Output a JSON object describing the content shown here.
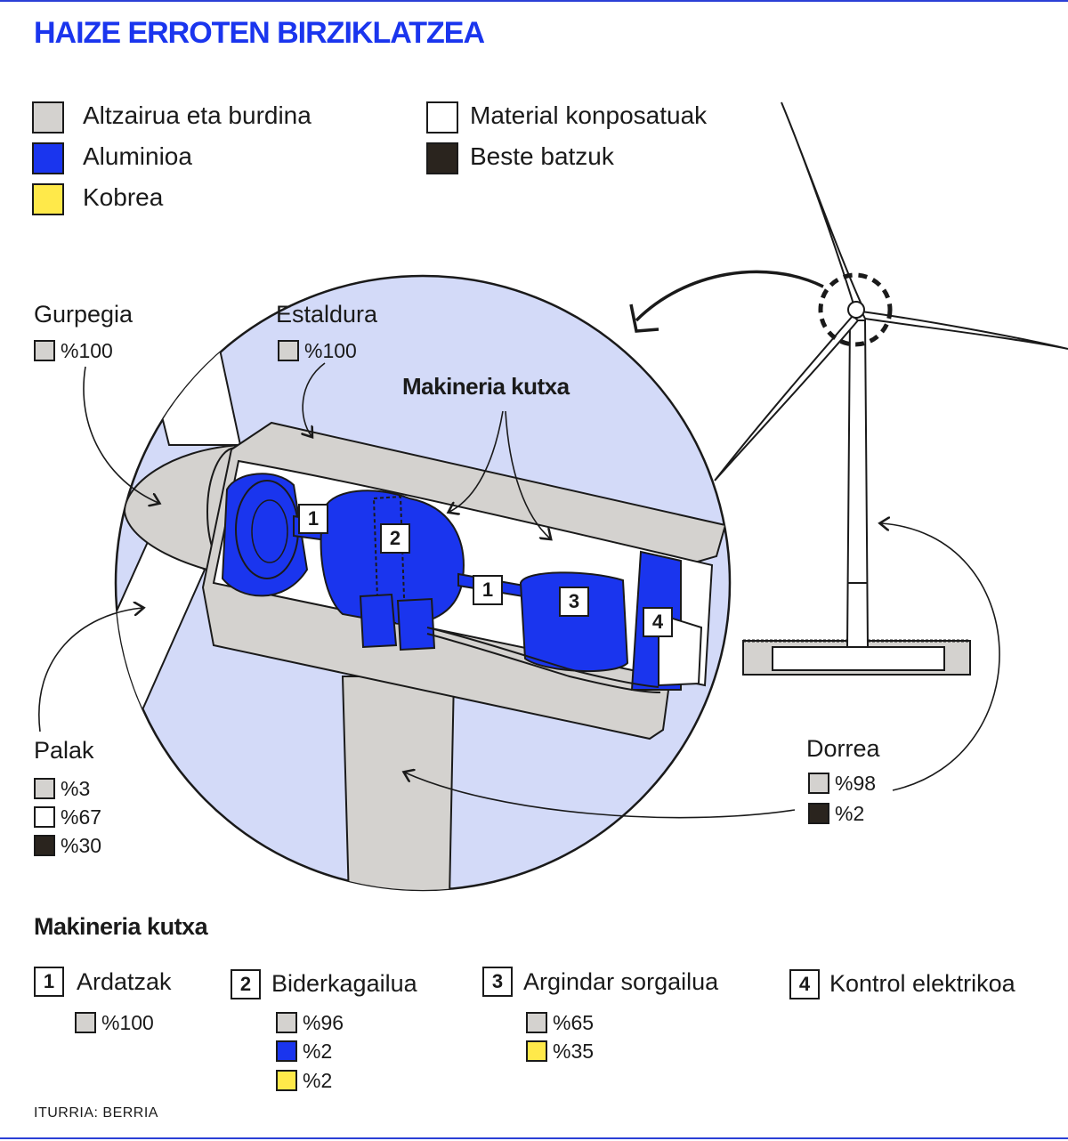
{
  "title": "HAIZE ERROTEN BIRZIKLATZEA",
  "colors": {
    "steel": "#d4d2cf",
    "aluminium": "#1a35ee",
    "copper": "#ffe94a",
    "composite": "#ffffff",
    "other": "#2a241e",
    "circle_bg": "#d3daf8",
    "title": "#1a35ee"
  },
  "legend": [
    {
      "label": "Altzairua eta burdina",
      "color": "#d4d2cf"
    },
    {
      "label": "Aluminioa",
      "color": "#1a35ee"
    },
    {
      "label": "Kobrea",
      "color": "#ffe94a"
    },
    {
      "label": "Material konposatuak",
      "color": "#ffffff"
    },
    {
      "label": "Beste batzuk",
      "color": "#2a241e"
    }
  ],
  "components": {
    "gurpegia": {
      "label": "Gurpegia",
      "values": [
        "%100"
      ]
    },
    "estaldura": {
      "label": "Estaldura",
      "values": [
        "%100"
      ]
    },
    "makineria_label": "Makineria kutxa",
    "palak": {
      "label": "Palak",
      "values": [
        "%3",
        "%67",
        "%30"
      ]
    },
    "dorrea": {
      "label": "Dorrea",
      "values": [
        "%98",
        "%2"
      ]
    }
  },
  "callout_numbers": [
    "1",
    "2",
    "1",
    "3",
    "4"
  ],
  "makineria": {
    "title": "Makineria kutxa",
    "items": [
      {
        "num": "1",
        "label": "Ardatzak",
        "values": [
          "%100"
        ]
      },
      {
        "num": "2",
        "label": "Biderkagailua",
        "values": [
          "%96",
          "%2",
          "%2"
        ]
      },
      {
        "num": "3",
        "label": "Argindar sorgailua",
        "values": [
          "%65",
          "%35"
        ]
      },
      {
        "num": "4",
        "label": "Kontrol elektrikoa",
        "values": []
      }
    ]
  },
  "source": "ITURRIA: BERRIA"
}
